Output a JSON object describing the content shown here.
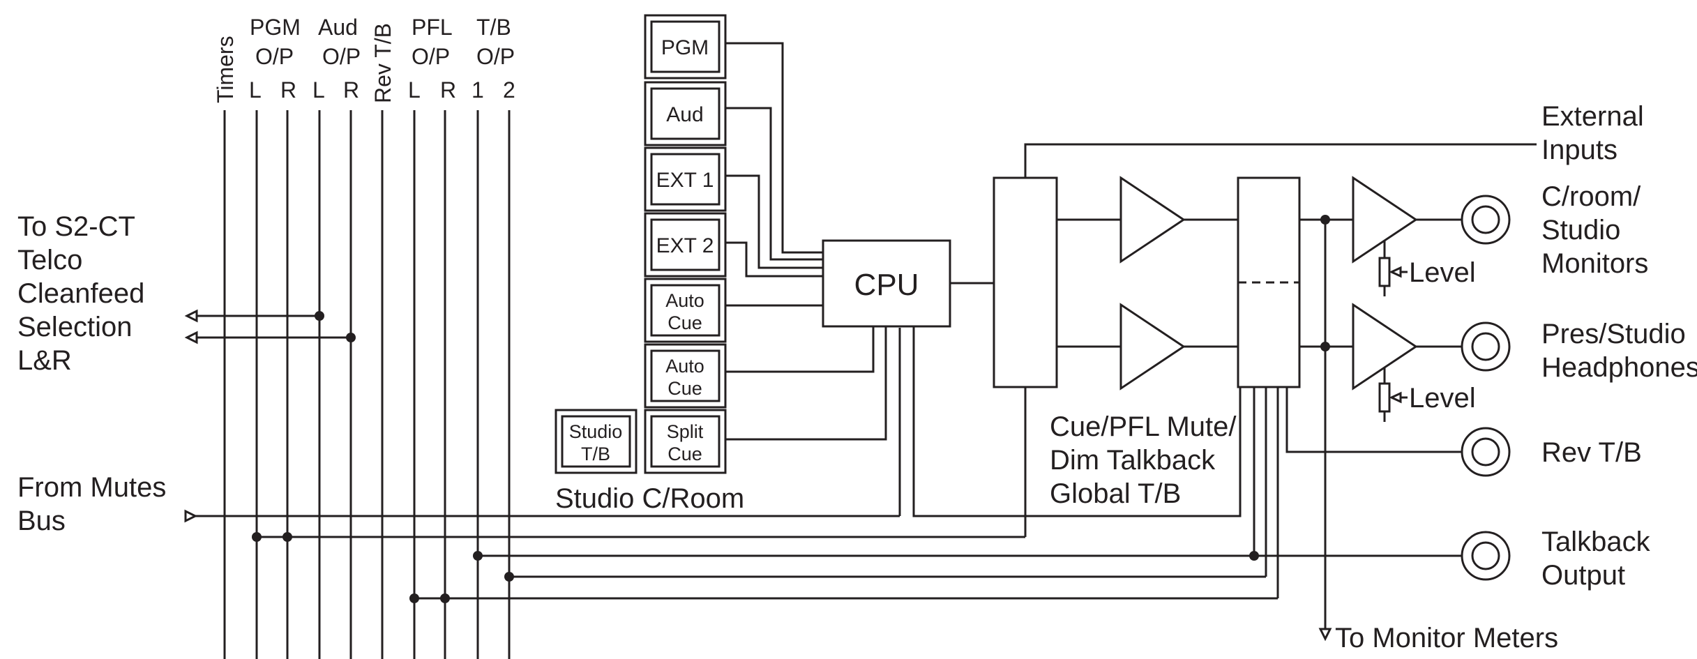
{
  "bus_headers": {
    "timers": "Timers",
    "pgm": "PGM",
    "pgm_op": "O/P",
    "aud": "Aud",
    "aud_op": "O/P",
    "rev_tb": "Rev T/B",
    "pfl": "PFL",
    "pfl_op": "O/P",
    "tb": "T/B",
    "tb_op": "O/P",
    "l1": "L",
    "r1": "R",
    "l2": "L",
    "r2": "R",
    "l3": "L",
    "r3": "R",
    "n1": "1",
    "n2": "2"
  },
  "left_labels": {
    "to_s2ct": [
      "To S2-CT",
      "Telco",
      "Cleanfeed",
      "Selection",
      "L&R"
    ],
    "from_mutes": [
      "From Mutes",
      "Bus"
    ]
  },
  "buttons": {
    "pgm": "PGM",
    "aud": "Aud",
    "ext1": "EXT 1",
    "ext2": "EXT 2",
    "autocue1": [
      "Auto",
      "Cue"
    ],
    "autocue2": [
      "Auto",
      "Cue"
    ],
    "splitcue": [
      "Split",
      "Cue"
    ],
    "studiotb": [
      "Studio",
      "T/B"
    ]
  },
  "studio_croom": "Studio C/Room",
  "cpu": "CPU",
  "cue_label": [
    "Cue/PFL Mute/",
    "Dim Talkback",
    "Global T/B"
  ],
  "external_inputs": [
    "External",
    "Inputs"
  ],
  "level1": "Level",
  "level2": "Level",
  "outputs": {
    "croom": [
      "C/room/",
      "Studio",
      "Monitors"
    ],
    "pres": [
      "Pres/Studio",
      "Headphones"
    ],
    "revtb": [
      "Rev T/B"
    ],
    "talkback": [
      "Talkback",
      "Output"
    ]
  },
  "to_monitor_meters": "To Monitor Meters"
}
